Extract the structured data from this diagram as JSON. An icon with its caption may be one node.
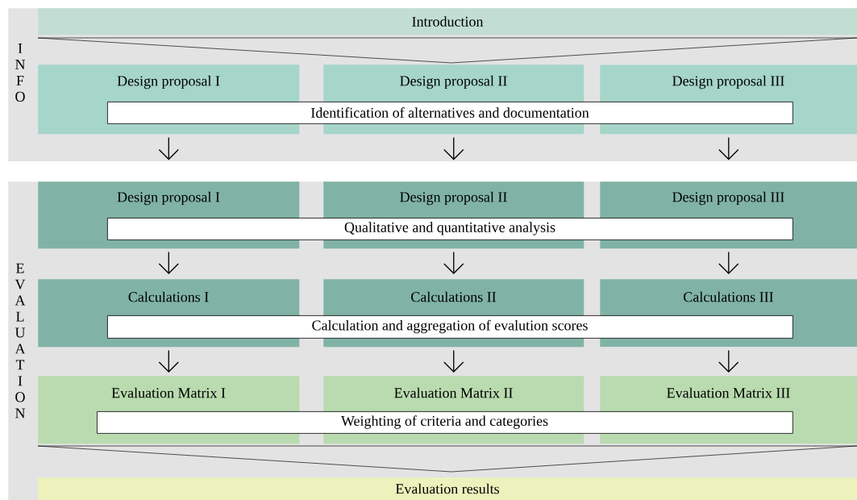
{
  "diagram": {
    "nodes": [
      {
        "text": [
          "I N F O"
        ]
      },
      {
        "text": [
          "Introduction"
        ],
        "in": 0
      },
      {
        "text": [
          "Design proposal I"
        ],
        "in": 0
      },
      {
        "text": [
          "Design proposal II"
        ],
        "in": 0
      },
      {
        "text": [
          "Design proposal III"
        ],
        "in": 0
      },
      {
        "text": [
          "Identification of alternatives and documentation"
        ],
        "in": 0
      },
      {
        "text": [
          "E V A L U A T I O N"
        ]
      },
      {
        "text": [
          "Design proposal I"
        ],
        "in": 6
      },
      {
        "text": [
          "Design proposal II"
        ],
        "in": 6
      },
      {
        "text": [
          "Design proposal III"
        ],
        "in": 6
      },
      {
        "text": [
          "Qualitative and quantitative analysis"
        ],
        "in": 6
      },
      {
        "text": [
          "Calculations I"
        ],
        "in": 6
      },
      {
        "text": [
          "Calculations II"
        ],
        "in": 6
      },
      {
        "text": [
          "Calculations III"
        ],
        "in": 6
      },
      {
        "text": [
          "Calculation and aggregation of evalution scores"
        ],
        "in": 6
      },
      {
        "text": [
          "Evaluation Matrix I"
        ],
        "in": 6
      },
      {
        "text": [
          "Evaluation Matrix II"
        ],
        "in": 6
      },
      {
        "text": [
          "Evaluation Matrix III"
        ],
        "in": 6
      },
      {
        "text": [
          "Weighting of criteria and categories"
        ],
        "in": 6
      },
      {
        "text": [
          "Evaluation results"
        ],
        "in": 6
      }
    ],
    "edges": [
      {
        "from": 2,
        "to": null,
        "arrow": "to"
      },
      {
        "from": 3,
        "to": null,
        "arrow": "to"
      },
      {
        "from": 4,
        "to": null,
        "arrow": "to"
      },
      {
        "from": 7,
        "to": 11,
        "arrow": "to"
      },
      {
        "from": 8,
        "to": 12,
        "arrow": "to"
      },
      {
        "from": 9,
        "to": 13,
        "arrow": "to"
      },
      {
        "from": 11,
        "to": 15,
        "arrow": "to"
      },
      {
        "from": 12,
        "to": 16,
        "arrow": "to"
      },
      {
        "from": 13,
        "to": 17,
        "arrow": "to"
      }
    ]
  }
}
